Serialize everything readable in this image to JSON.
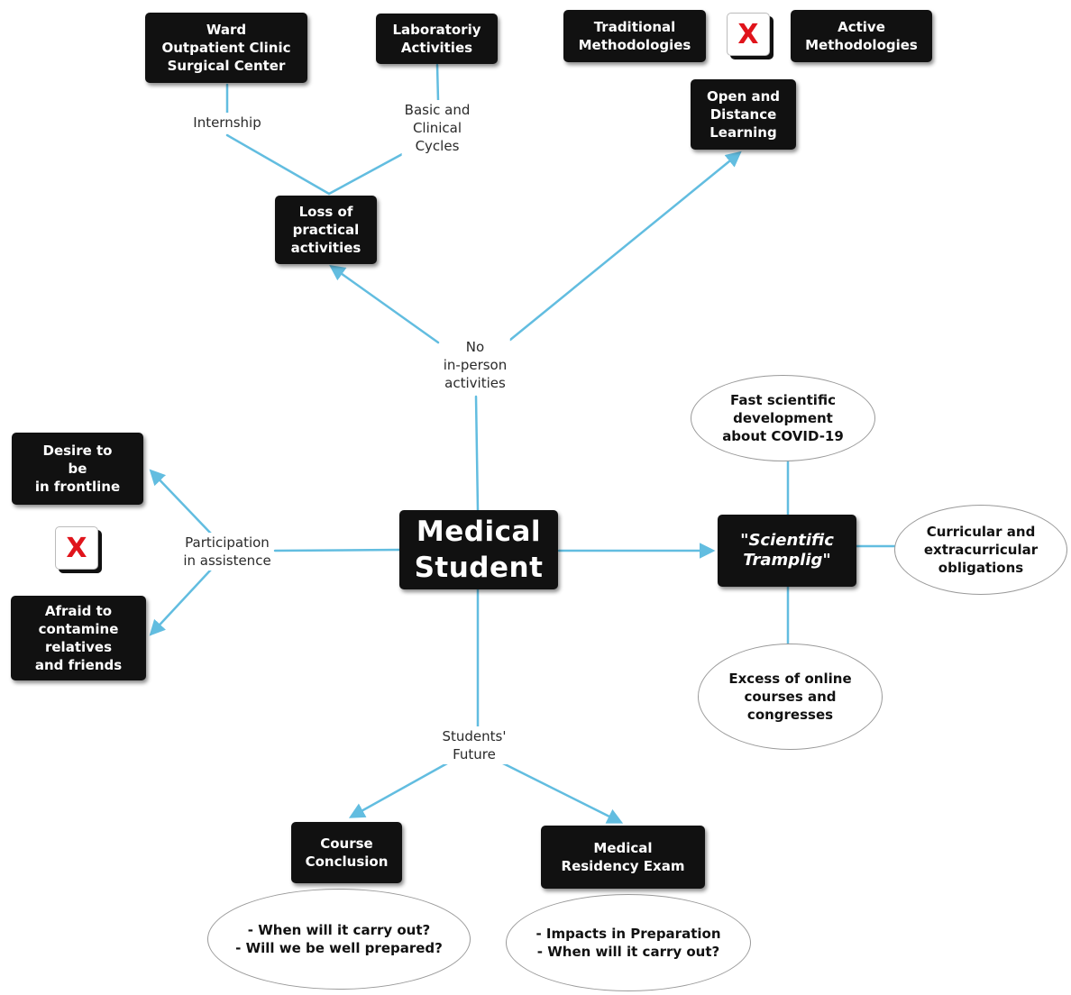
{
  "nodes": {
    "medical_student": "Medical\nStudent",
    "loss_practical": "Loss of\npractical\nactivities",
    "ward": "Ward\nOutpatient Clinic\nSurgical Center",
    "laboratory": "Laboratoriy\nActivities",
    "traditional": "Traditional\nMethodologies",
    "active": "Active\nMethodologies",
    "open_distance": "Open and\nDistance\nLearning",
    "desire_frontline": "Desire to\nbe\nin frontline",
    "afraid_contamine": "Afraid to\ncontamine\nrelatives\nand friends",
    "scientific_tramplig": "\"Scientific\nTramplig\"",
    "course_conclusion": "Course\nConclusion",
    "residency_exam": "Medical\nResidency Exam"
  },
  "ovals": {
    "fast_scientific": "Fast scientific\ndevelopment\nabout COVID-19",
    "curricular": "Curricular and\nextracurricular\nobligations",
    "excess_online": "Excess of online\ncourses and\ncongresses",
    "course_questions": "- When will it carry out?\n- Will we be well prepared?",
    "residency_questions": "- Impacts in Preparation\n- When will it carry out?"
  },
  "labels": {
    "internship": "Internship",
    "basic_clinical": "Basic and\nClinical\nCycles",
    "no_in_person": "No\nin-person\nactivities",
    "participation": "Participation\nin assistence",
    "students_future": "Students'\nFuture"
  },
  "marks": {
    "x_top": "X",
    "x_left": "X"
  },
  "colors": {
    "connector": "#62bde0",
    "box_fill": "#111111",
    "x_mark": "#e0141b"
  }
}
